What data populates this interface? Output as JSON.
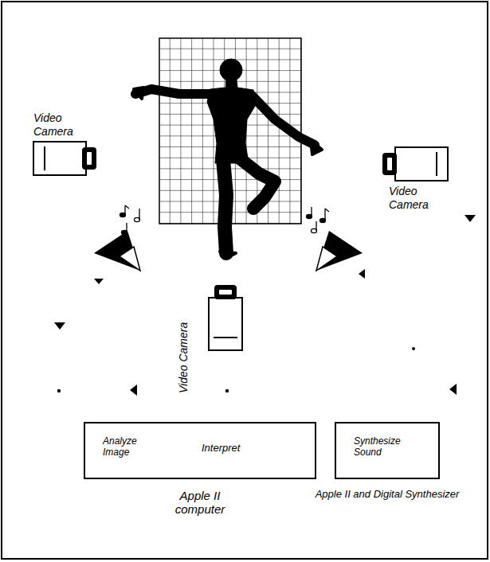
{
  "diagram": {
    "nodes": [
      {
        "text": [
          "Analyze Image",
          "Interpret",
          "Apple II computer"
        ]
      },
      {
        "text": [
          "Synthesize Sound",
          "Apple II and Digital Synthesizer"
        ]
      }
    ],
    "labels": [
      "Video Camera",
      "Video Camera",
      "Video Camera"
    ]
  }
}
